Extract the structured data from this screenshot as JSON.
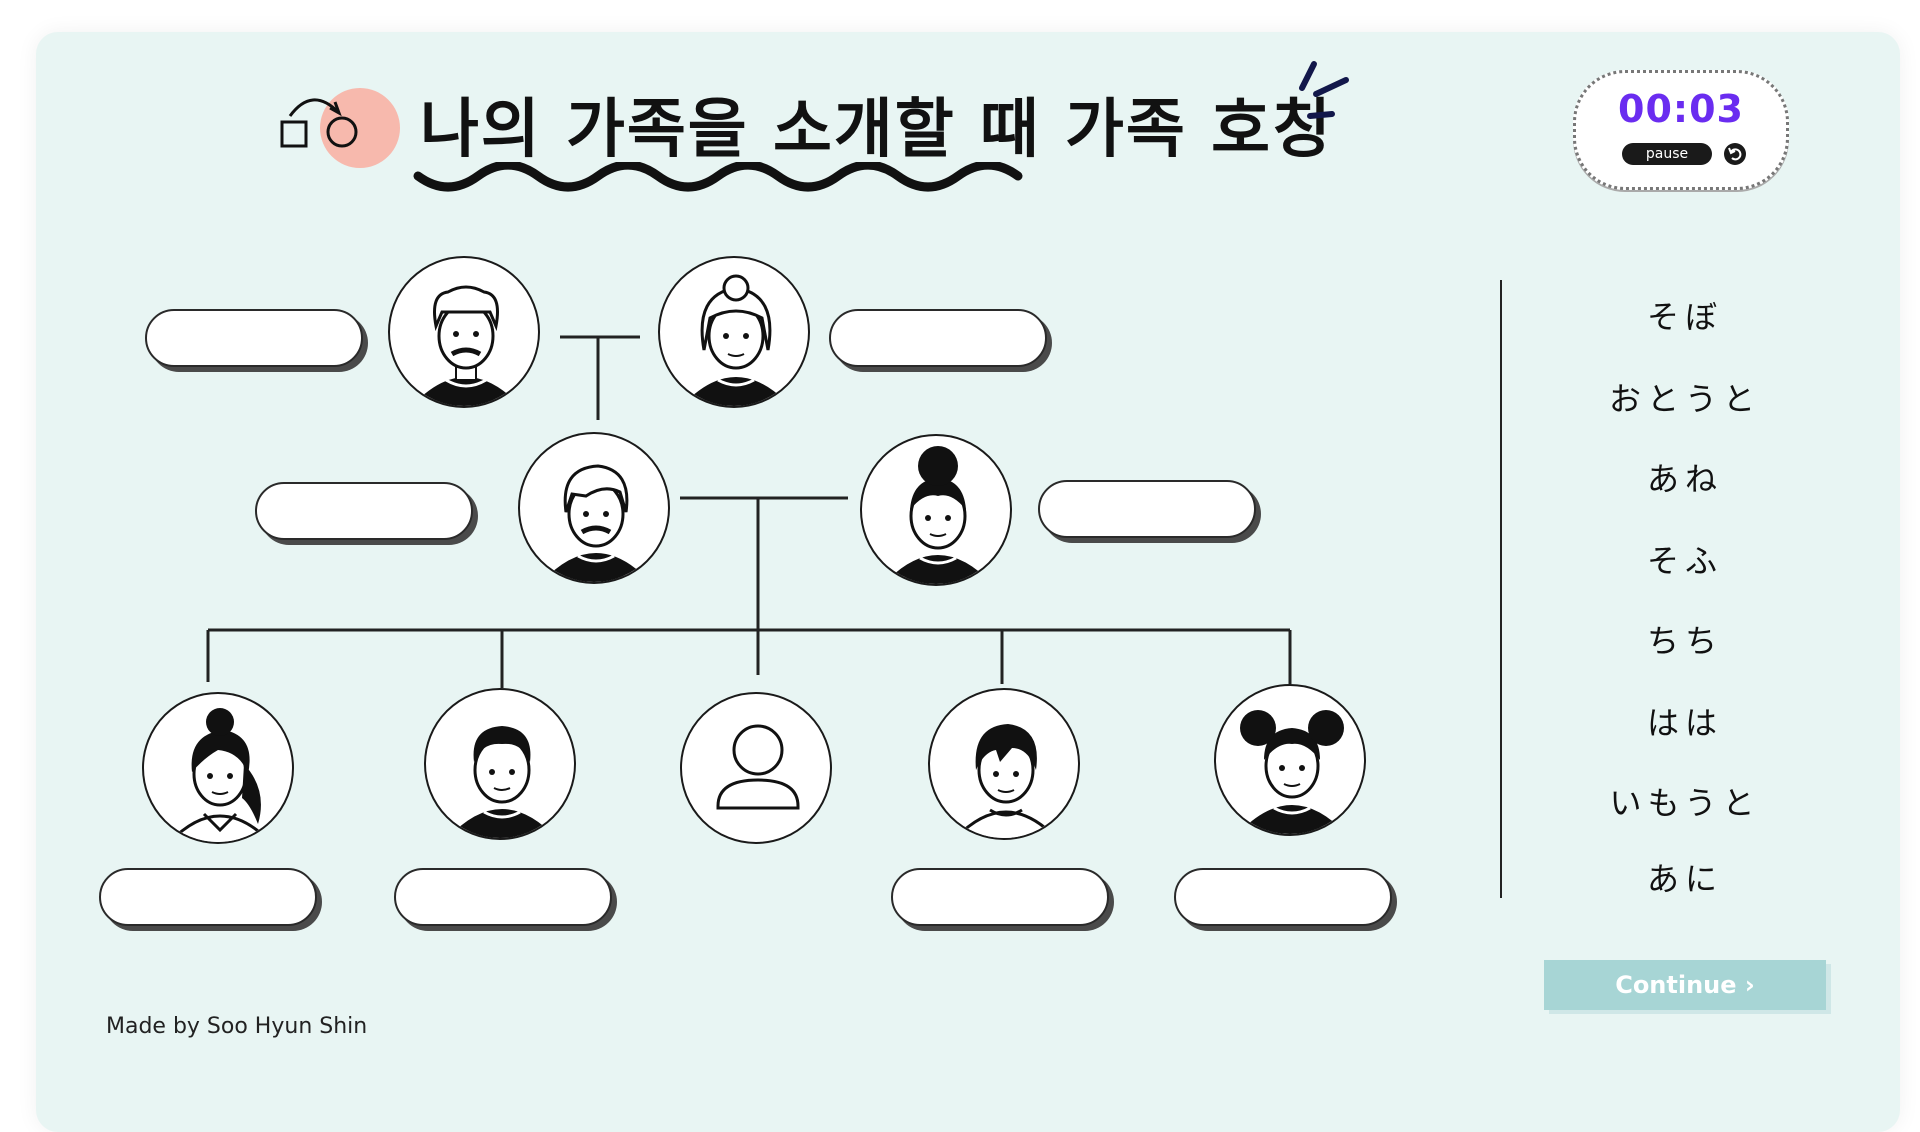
{
  "title": "나의 가족을 소개할 때 가족 호칭",
  "timer": {
    "value": "00:03",
    "pause_label": "pause"
  },
  "word_bank": [
    "そぼ",
    "おとうと",
    "あね",
    "そふ",
    "ちち",
    "はは",
    "いもうと",
    "あに"
  ],
  "continue_label": "Continue ›",
  "credit": "Made by Soo Hyun Shin",
  "colors": {
    "card": "#e8f5f3",
    "accent": "#6a2cf0",
    "continue": "#a7d5d5",
    "blob": "#f7b9ad"
  },
  "icons": [
    "shapes-logo-icon",
    "sparkle-icon",
    "reset-icon",
    "silhouette-icon"
  ]
}
